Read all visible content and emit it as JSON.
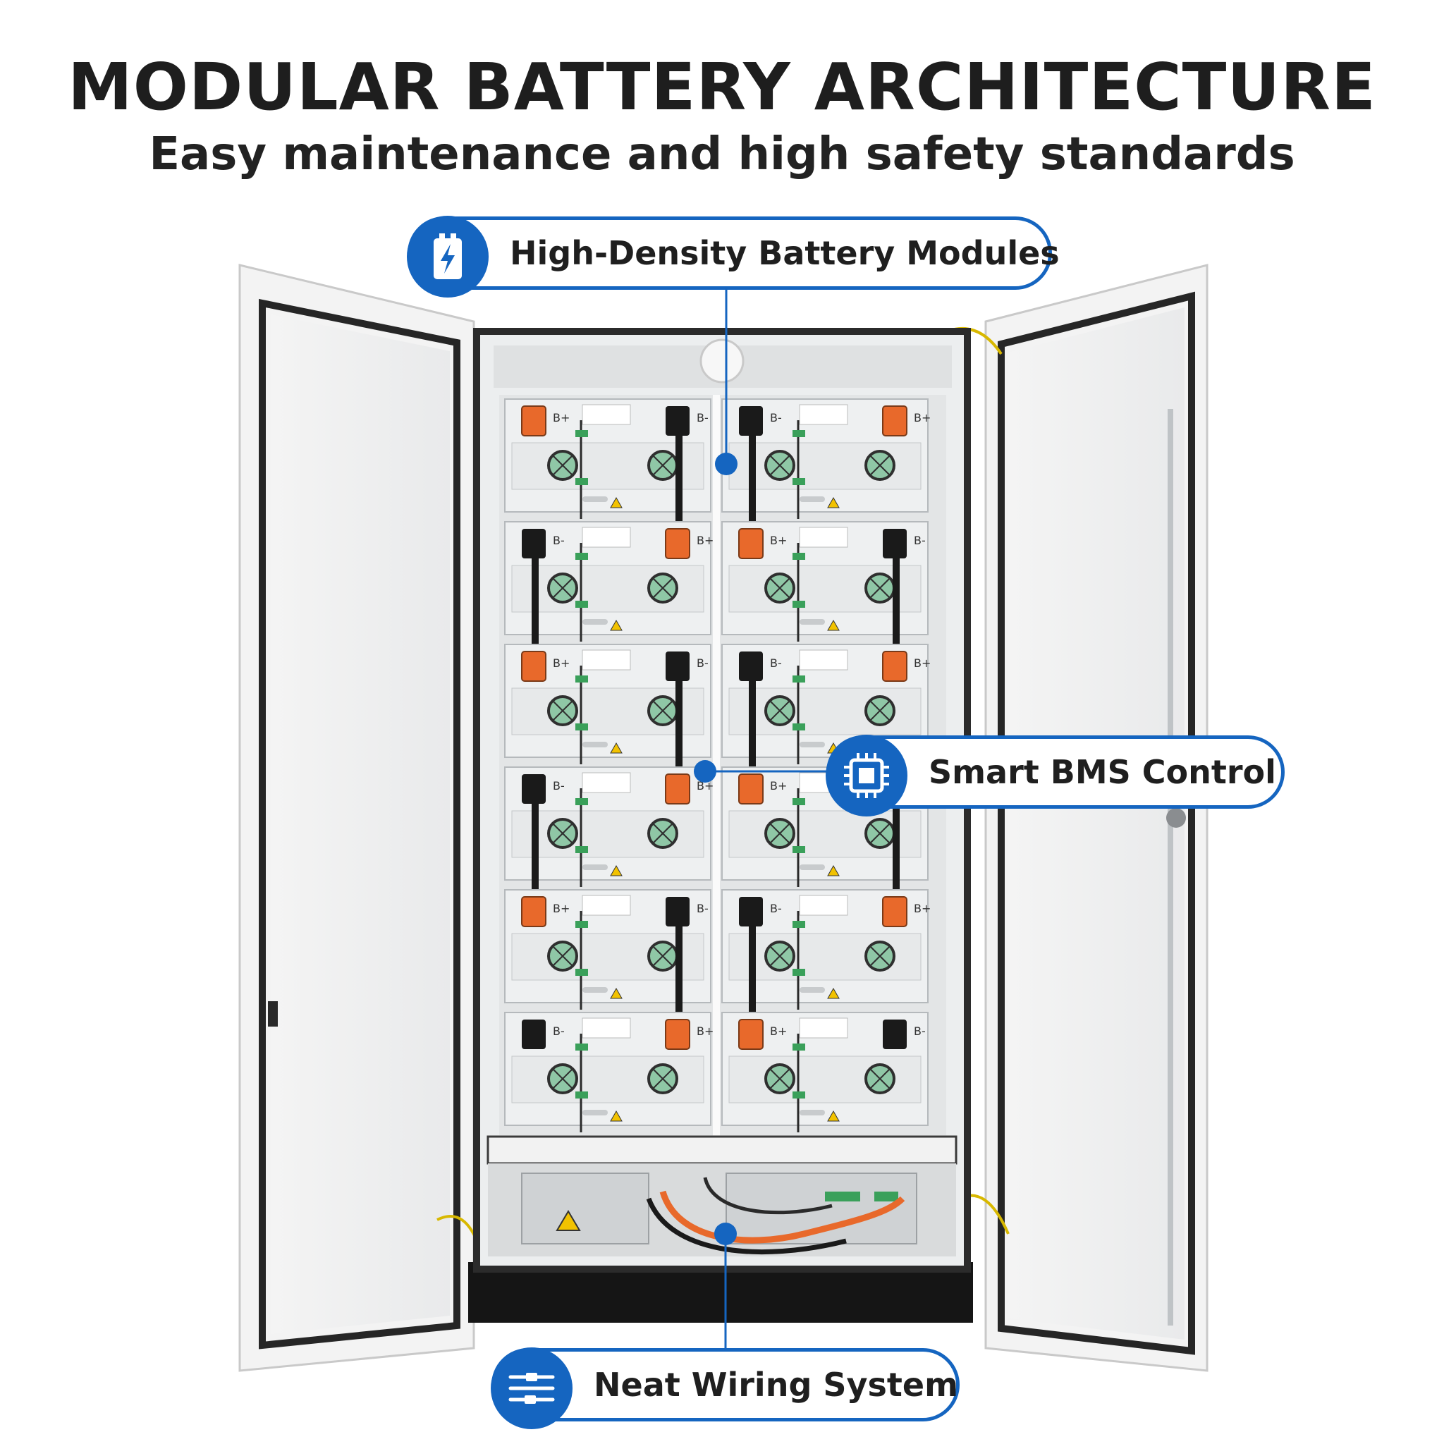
{
  "header": {
    "title": "MODULAR BATTERY ARCHITECTURE",
    "subtitle": "Easy maintenance and high safety standards"
  },
  "callouts": {
    "modules": {
      "label": "High-Density Battery Modules",
      "icon": "battery-bolt-icon"
    },
    "bms": {
      "label": "Smart BMS Control",
      "icon": "chip-icon"
    },
    "wiring": {
      "label": "Neat Wiring System",
      "icon": "cables-icon"
    }
  },
  "module_labels": {
    "positive": "B+",
    "negative": "B-"
  },
  "colors": {
    "accent": "#1565c0",
    "cabinet": "#eceeef",
    "connector_orange": "#e8692b",
    "cable_black": "#1a1a1a",
    "fan_green": "#8fc7a6"
  }
}
